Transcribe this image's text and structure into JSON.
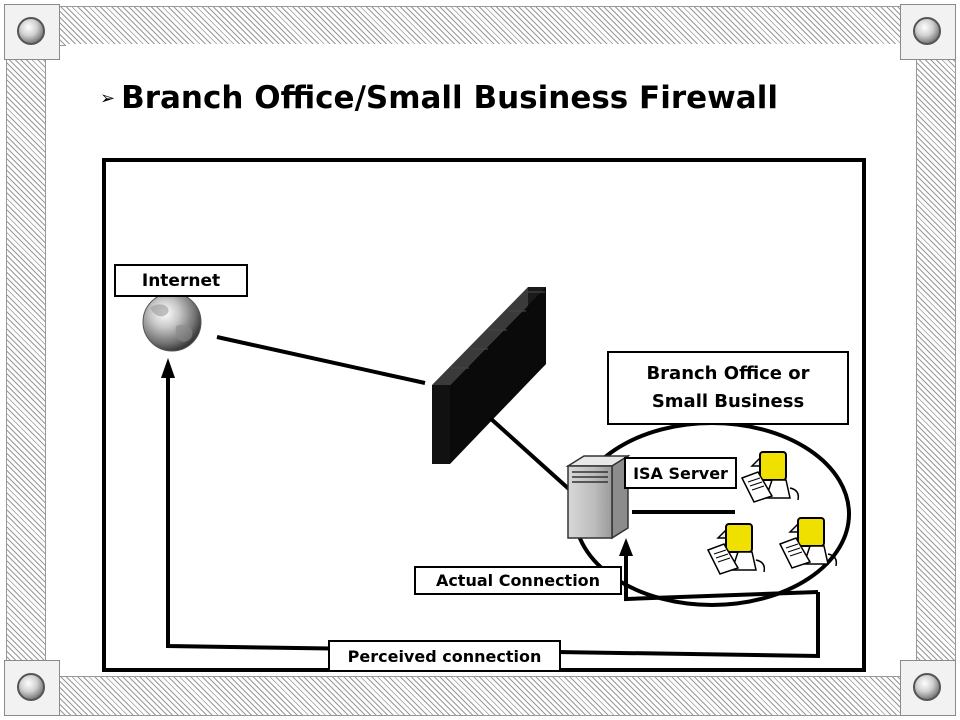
{
  "slide": {
    "title": "Branch Office/Small Business Firewall",
    "bullet_icon": "arrowhead-bullet-icon"
  },
  "diagram": {
    "labels": {
      "internet": "Internet",
      "branch_office_line1": "Branch Office or",
      "branch_office_line2": "Small Business",
      "isa_server": "ISA Server",
      "actual_connection": "Actual Connection",
      "perceived_connection": "Perceived connection"
    },
    "icons": [
      "globe-icon",
      "firewall-brick-wall-icon",
      "server-tower-icon",
      "workstation-icon",
      "workstation-icon",
      "workstation-icon"
    ],
    "colors": {
      "line": "#000000",
      "monitor_screen": "#f0e000"
    }
  }
}
